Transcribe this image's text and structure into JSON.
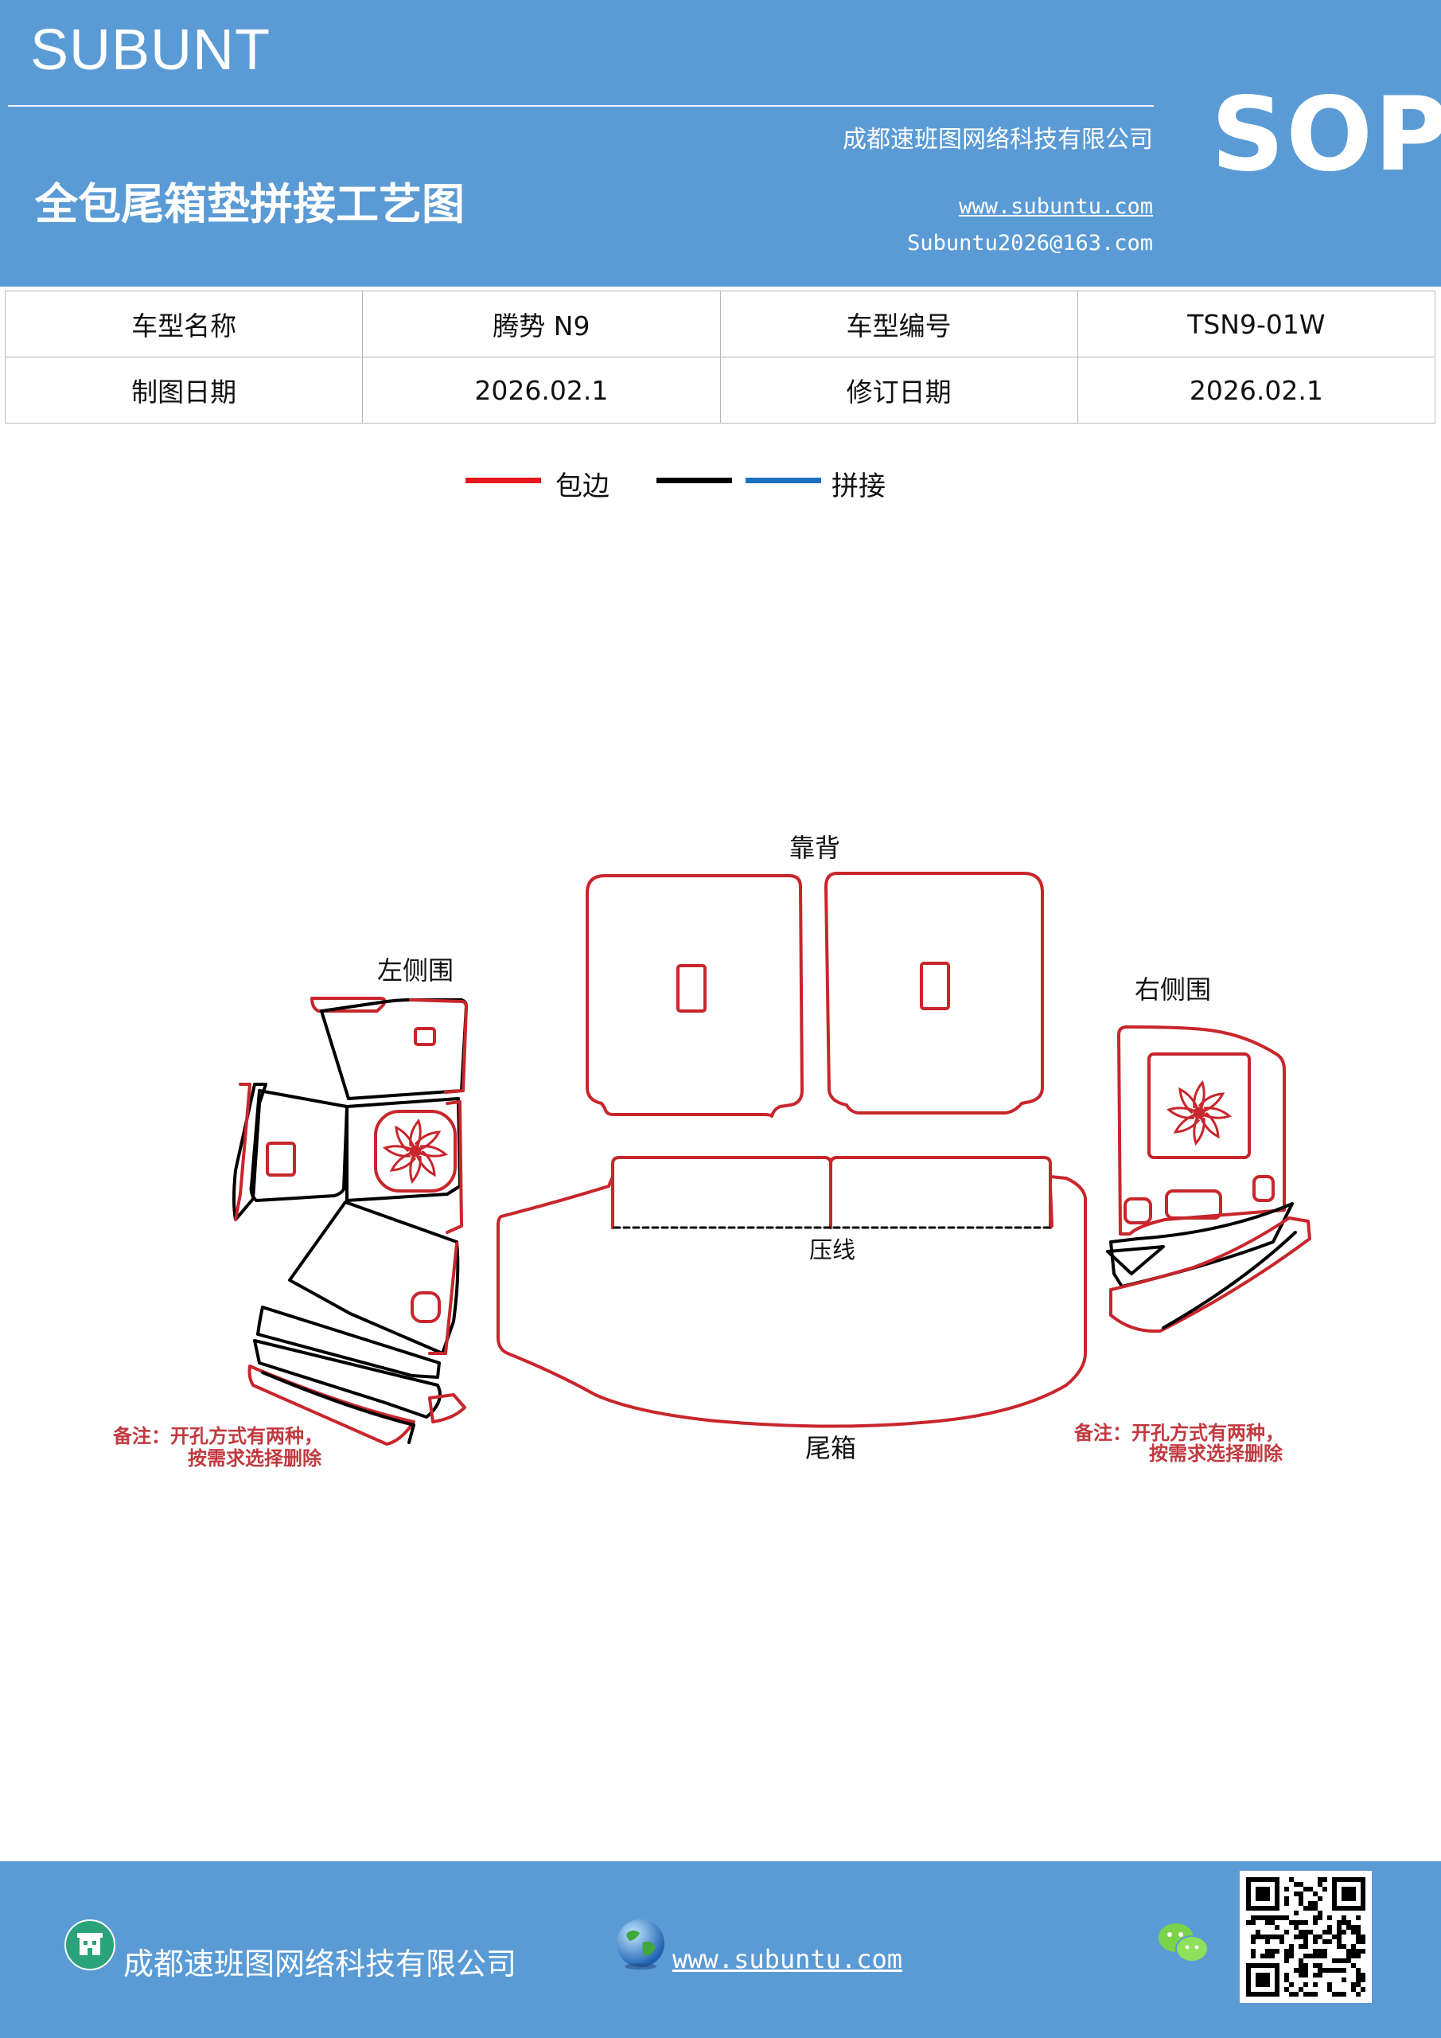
{
  "header": {
    "brand": "SUBUNT",
    "title": "全包尾箱垫拼接工艺图",
    "company": "成都速班图网络科技有限公司",
    "website": "www.subuntu.com",
    "email": "Subuntu2026@163.com",
    "badge": "SOP"
  },
  "info_table": {
    "rows": [
      [
        "车型名称",
        "腾势 N9",
        "车型编号",
        "TSN9-01W"
      ],
      [
        "制图日期",
        "2026.02.1",
        "修订日期",
        "2026.02.1"
      ]
    ]
  },
  "legend": {
    "items": [
      {
        "label": "包边",
        "color": "#e8141c"
      },
      {
        "label": "",
        "color": "#000000"
      },
      {
        "label": "拼接",
        "color": "#1f6fbf"
      }
    ]
  },
  "diagram": {
    "labels": {
      "backrest": "靠背",
      "left_side": "左侧围",
      "right_side": "右侧围",
      "crease": "压线",
      "trunk": "尾箱"
    },
    "note_left_1": "备注：开孔方式有两种，",
    "note_left_2": "按需求选择删除",
    "note_right_1": "备注：开孔方式有两种，",
    "note_right_2": "按需求选择删除",
    "colors": {
      "edge": "#c8262c",
      "seam": "#000000",
      "note": "#c0393f"
    }
  },
  "footer": {
    "company": "成都速班图网络科技有限公司",
    "website": "www.subuntu.com"
  }
}
